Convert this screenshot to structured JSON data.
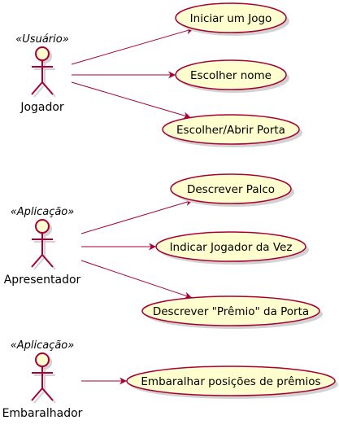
{
  "colors": {
    "ellipse_fill": "#FEFECE",
    "stroke": "#A80036",
    "shadow": "#D2D2D2",
    "text": "#000000"
  },
  "actors": [
    {
      "id": "jogador",
      "stereotype": "«Usuário»",
      "name": "Jogador"
    },
    {
      "id": "apresentador",
      "stereotype": "«Aplicação»",
      "name": "Apresentador"
    },
    {
      "id": "embaralhador",
      "stereotype": "«Aplicação»",
      "name": "Embaralhador"
    }
  ],
  "usecases": [
    {
      "id": "iniciar",
      "label": "Iniciar um Jogo"
    },
    {
      "id": "escolher-nome",
      "label": "Escolher nome"
    },
    {
      "id": "escolher-porta",
      "label": "Escolher/Abrir Porta"
    },
    {
      "id": "descrever-palco",
      "label": "Descrever Palco"
    },
    {
      "id": "indicar-jogador",
      "label": "Indicar Jogador da Vez"
    },
    {
      "id": "descrever-premio",
      "label": "Descrever \"Prêmio\" da Porta"
    },
    {
      "id": "embaralhar",
      "label": "Embaralhar posições de prêmios"
    }
  ],
  "links": [
    {
      "from": "jogador",
      "to": "iniciar"
    },
    {
      "from": "jogador",
      "to": "escolher-nome"
    },
    {
      "from": "jogador",
      "to": "escolher-porta"
    },
    {
      "from": "apresentador",
      "to": "descrever-palco"
    },
    {
      "from": "apresentador",
      "to": "indicar-jogador"
    },
    {
      "from": "apresentador",
      "to": "descrever-premio"
    },
    {
      "from": "embaralhador",
      "to": "embaralhar"
    }
  ]
}
